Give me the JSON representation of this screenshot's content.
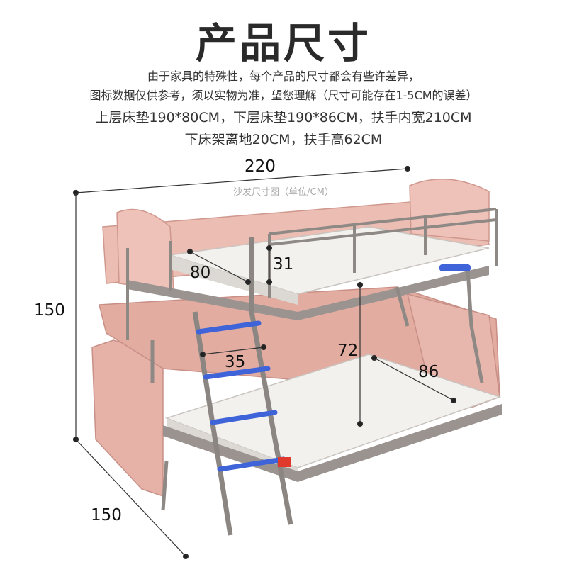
{
  "header": {
    "title": "产品尺寸",
    "line1": "由于家具的特殊性，每个产品的尺寸都会有些许差异，",
    "line2": "图标数据仅供参考，须以实物为准，望您理解（尺寸可能存在1-5CM的误差）",
    "line3": "上层床垫190*80CM，下层床垫190*86CM，扶手内宽210CM",
    "line4": "下床架离地20CM，扶手高62CM"
  },
  "figure": {
    "caption": "沙发尺寸图（单位/CM）",
    "dimensions": {
      "total_length": "220",
      "height": "150",
      "depth": "150",
      "upper_mattress_width": "80",
      "mattress_thickness": "31",
      "ladder_width": "35",
      "bunk_clearance": "72",
      "lower_mattress_width": "86"
    }
  },
  "colors": {
    "sofa_pink": "#e7b5ab",
    "frame_gray": "#9a9390",
    "ladder_rung_blue": "#3f63d8",
    "mattress_white": "#f3f1ee"
  }
}
